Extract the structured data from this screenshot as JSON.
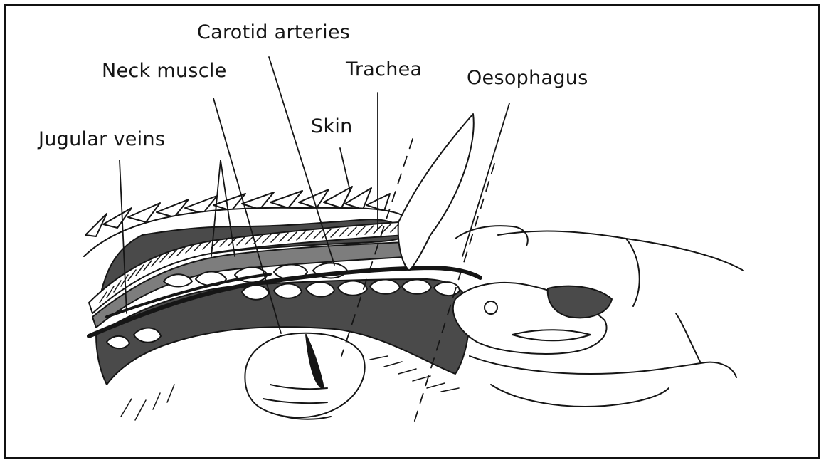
{
  "diagram": {
    "labels": {
      "carotid_arteries": "Carotid arteries",
      "neck_muscle": "Neck muscle",
      "trachea": "Trachea",
      "oesophagus": "Oesophagus",
      "skin": "Skin",
      "jugular_veins": "Jugular veins"
    },
    "colors": {
      "ink": "#151515",
      "tissue_dark": "#4a4a4a",
      "tissue_mid": "#7d7d7d",
      "background": "#ffffff"
    }
  }
}
